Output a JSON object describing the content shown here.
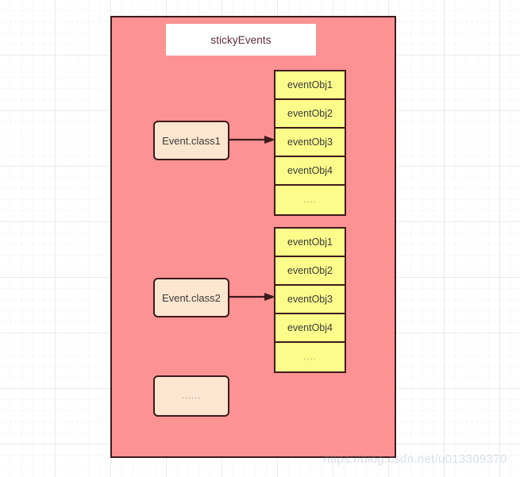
{
  "diagram": {
    "title": "stickyEvents",
    "panel_color": "#FC9293",
    "border_color": "#3D1A1C",
    "title_text_color": "#5E2B38",
    "class_box_color": "#FCE6D0",
    "event_box_color": "#FCFC8B",
    "classes": [
      {
        "label": "Event.class1"
      },
      {
        "label": "Event.class2"
      },
      {
        "label": "......"
      }
    ],
    "event_stacks": [
      {
        "cells": [
          "eventObj1",
          "eventObj2",
          "eventObj3",
          "eventObj4",
          "...."
        ]
      },
      {
        "cells": [
          "eventObj1",
          "eventObj2",
          "eventObj3",
          "eventObj4",
          "...."
        ]
      }
    ],
    "watermark": "https://blog.csdn.net/u013309370"
  }
}
